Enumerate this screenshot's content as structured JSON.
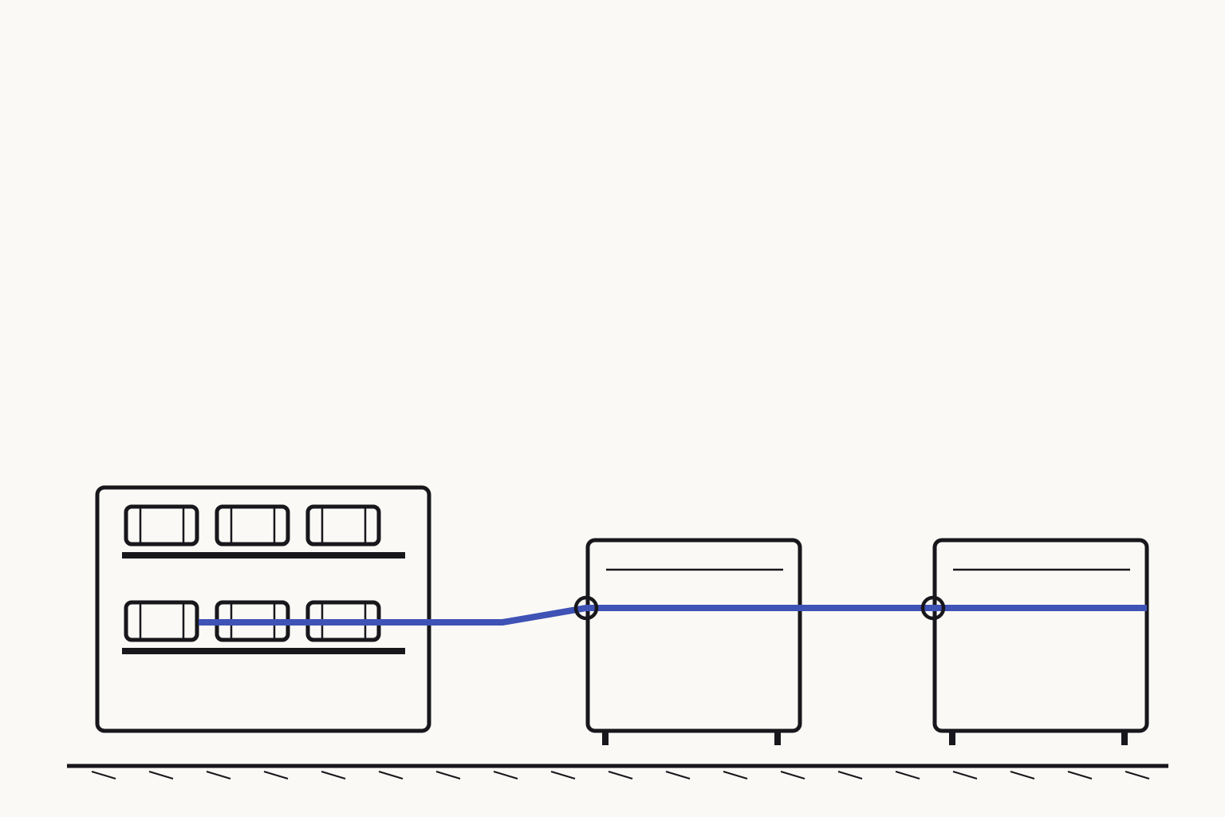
{
  "diagram": {
    "colors": {
      "background": "#faf9f5",
      "ink": "#17171c",
      "wire": "#3f52b5"
    },
    "components": [
      {
        "id": "storage-rack",
        "kind": "rack",
        "rows": 2,
        "modules_per_row": 3
      },
      {
        "id": "cabinet-1",
        "kind": "cabinet",
        "connector": "circle"
      },
      {
        "id": "cabinet-2",
        "kind": "cabinet",
        "connector": "circle"
      }
    ],
    "connections": [
      {
        "from": "storage-rack",
        "to": "cabinet-1"
      },
      {
        "from": "cabinet-1",
        "to": "cabinet-2"
      }
    ],
    "ground": {
      "hatched": true
    }
  }
}
